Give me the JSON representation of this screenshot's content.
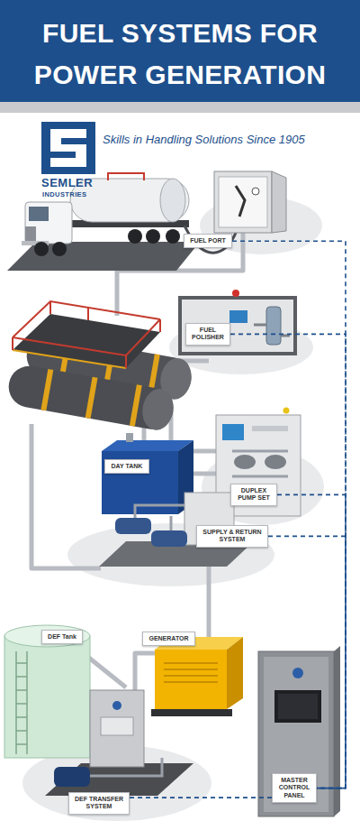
{
  "diagram": {
    "title": "FUEL SYSTEMS FOR POWER GENERATION",
    "nodes": [
      {
        "text": [
          "FUEL PORT"
        ]
      },
      {
        "text": [
          "FUEL POLISHER"
        ]
      },
      {
        "text": [
          "DAY TANK"
        ]
      },
      {
        "text": [
          "DUPLEX PUMP SET"
        ]
      },
      {
        "text": [
          "SUPPLY & RETURN SYSTEM"
        ]
      },
      {
        "text": [
          "DEF Tank"
        ]
      },
      {
        "text": [
          "GENERATOR"
        ]
      },
      {
        "text": [
          "DEF TRANSFER SYSTEM"
        ]
      },
      {
        "text": [
          "MASTER CONTROL PANEL"
        ]
      }
    ],
    "edges": [
      {
        "from": 0,
        "to": 8,
        "arrow": "none"
      },
      {
        "from": 1,
        "to": 8,
        "arrow": "none"
      },
      {
        "from": 3,
        "to": 8,
        "arrow": "none"
      },
      {
        "from": 4,
        "to": 8,
        "arrow": "none"
      },
      {
        "from": 7,
        "to": 8,
        "arrow": "none"
      }
    ],
    "labels": [
      "SEMLER",
      "INDUSTRIES",
      "Skills in Handling Solutions Since 1905"
    ]
  }
}
